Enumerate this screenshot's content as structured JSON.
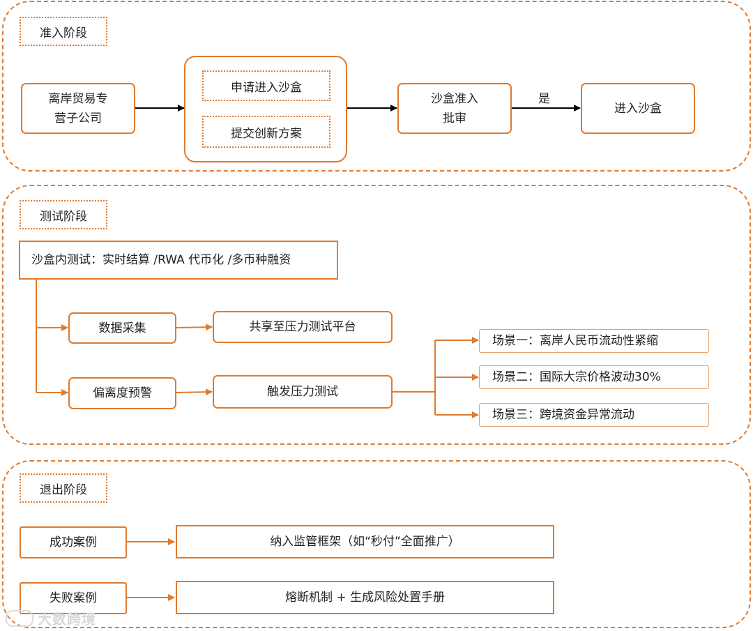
{
  "colors": {
    "accent": "#e07a2e",
    "arrow": "#000000",
    "text": "#222222"
  },
  "entry": {
    "title": "准入阶段",
    "company": "离岸贸易专\n营子公司",
    "apply": "申请进入沙盒",
    "submit": "提交创新方案",
    "review": "沙盒准入\n批审",
    "yes_label": "是",
    "enter": "进入沙盒"
  },
  "test": {
    "title": "测试阶段",
    "sandbox_test": "沙盒内测试：实时结算 /RWA 代币化 /多币种融资",
    "data_collect": "数据采集",
    "shared_platform": "共享至压力测试平台",
    "deviation_warning": "偏离度预警",
    "trigger_test": "触发压力测试",
    "scenarios": [
      "场景一：离岸人民币流动性紧缩",
      "场景二：国际大宗价格波动30%",
      "场景三：跨境资金异常流动"
    ]
  },
  "exit": {
    "title": "退出阶段",
    "success": "成功案例",
    "success_result": "纳入监管框架（如“秒付”全面推广）",
    "failure": "失败案例",
    "failure_result": "熔断机制 + 生成风险处置手册"
  },
  "watermark": "大数跨境"
}
